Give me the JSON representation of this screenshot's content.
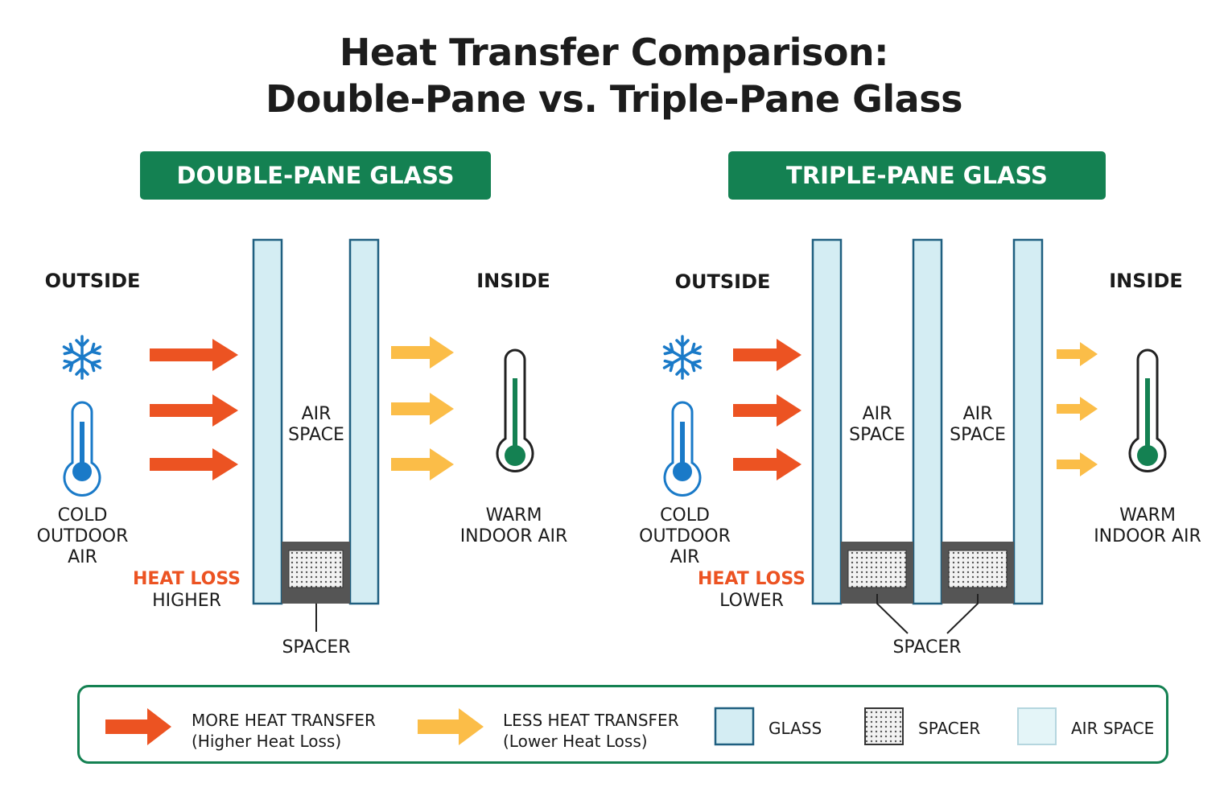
{
  "title": {
    "line1": "Heat Transfer Comparison:",
    "line2": "Double-Pane vs. Triple-Pane Glass"
  },
  "double_pane": {
    "header": "DOUBLE-PANE GLASS",
    "outside": "OUTSIDE",
    "inside": "INSIDE",
    "cold_air": [
      "COLD",
      "OUTDOOR AIR"
    ],
    "warm_air": [
      "WARM",
      "INDOOR AIR"
    ],
    "air_space": [
      "AIR",
      "SPACE"
    ],
    "heat_loss_label": "HEAT LOSS",
    "heat_loss_value": "HIGHER",
    "spacer": "SPACER"
  },
  "triple_pane": {
    "header": "TRIPLE-PANE GLASS",
    "outside": "OUTSIDE",
    "inside": "INSIDE",
    "cold_air": [
      "COLD",
      "OUTDOOR AIR"
    ],
    "warm_air": [
      "WARM",
      "INDOOR AIR"
    ],
    "air_space_1": [
      "AIR",
      "SPACE"
    ],
    "air_space_2": [
      "AIR",
      "SPACE"
    ],
    "heat_loss_label": "HEAT LOSS",
    "heat_loss_value": "LOWER",
    "spacer": "SPACER"
  },
  "legend": {
    "more": [
      "MORE HEAT TRANSFER",
      "(Higher Heat Loss)"
    ],
    "less": [
      "LESS HEAT TRANSFER",
      "(Lower Heat Loss)"
    ],
    "glass": "GLASS",
    "spacer": "SPACER",
    "air_space": "AIR SPACE"
  },
  "colors": {
    "header_green": "#148152",
    "hot_arrow": "#ec5322",
    "warm_arrow": "#fbbd48",
    "glass_fill": "#d4edf3",
    "glass_stroke": "#1f5f80",
    "spacer_dark": "#555555",
    "thermo_cold": "#1a7ac8",
    "thermo_warm": "#148152"
  },
  "icons": [
    "snowflake-icon",
    "thermometer-cold-icon",
    "thermometer-warm-icon",
    "heat-arrow-icon"
  ]
}
